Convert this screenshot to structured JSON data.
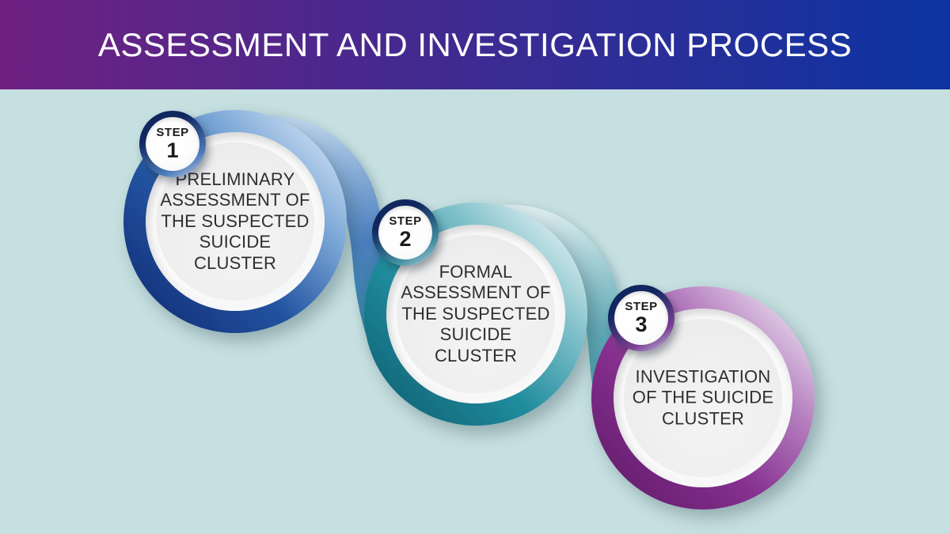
{
  "title": "ASSESSMENT AND INVESTIGATION PROCESS",
  "colors": {
    "background": "#c6dfe0",
    "header_gradient_left": "#6f2181",
    "header_gradient_right": "#0b34a2",
    "badge_navy": "#10265f",
    "text_dark": "#2f2f2f"
  },
  "steps": [
    {
      "badge_label": "STEP",
      "badge_number": "1",
      "text": "PRELIMINARY\nASSESSMENT OF\nTHE SUSPECTED\nSUICIDE\nCLUSTER",
      "colors": {
        "dark": "#122e77",
        "mid": "#2253a0",
        "light": "#7aa6d6",
        "faint": "#d3e3f4",
        "badge-accent": "#4a7ab8"
      }
    },
    {
      "badge_label": "STEP",
      "badge_number": "2",
      "text": "FORMAL\nASSESSMENT OF\nTHE SUSPECTED\nSUICIDE\nCLUSTER",
      "colors": {
        "dark": "#0f6173",
        "mid": "#1f8c9d",
        "light": "#7fc0ca",
        "faint": "#e9f3f4",
        "badge-accent": "#3f8fa0"
      }
    },
    {
      "badge_label": "STEP",
      "badge_number": "3",
      "text": "INVESTIGATION\nOF THE SUICIDE\nCLUSTER",
      "colors": {
        "dark": "#611b6a",
        "mid": "#86308f",
        "light": "#b57fbf",
        "faint": "#ece1f1",
        "badge-accent": "#7b3f94"
      }
    }
  ],
  "ribbons": [
    {
      "from": "#bcd4ec",
      "mid": "#4b7fbe",
      "to": "#2f8496"
    },
    {
      "from": "#dcecee",
      "mid": "#62abb7",
      "to": "#2f8d9d"
    }
  ]
}
